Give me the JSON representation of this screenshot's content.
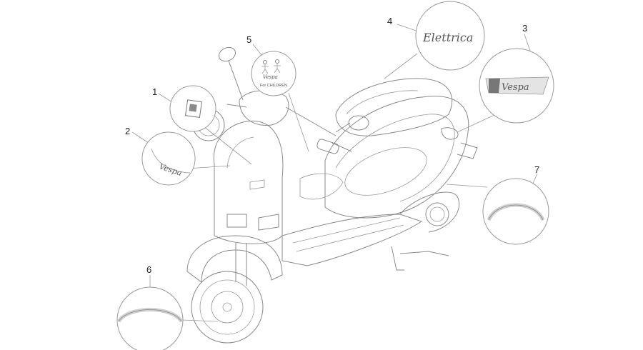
{
  "diagram": {
    "callouts": [
      {
        "num": "1"
      },
      {
        "num": "2"
      },
      {
        "num": "3"
      },
      {
        "num": "4"
      },
      {
        "num": "5"
      },
      {
        "num": "6"
      },
      {
        "num": "7"
      }
    ],
    "badges": {
      "elettrica": "Elettrica",
      "vespa_small": "Vespa",
      "vespa_large": "Vespa",
      "children": "For CHILDREN",
      "children_logo": "Vespa"
    }
  }
}
